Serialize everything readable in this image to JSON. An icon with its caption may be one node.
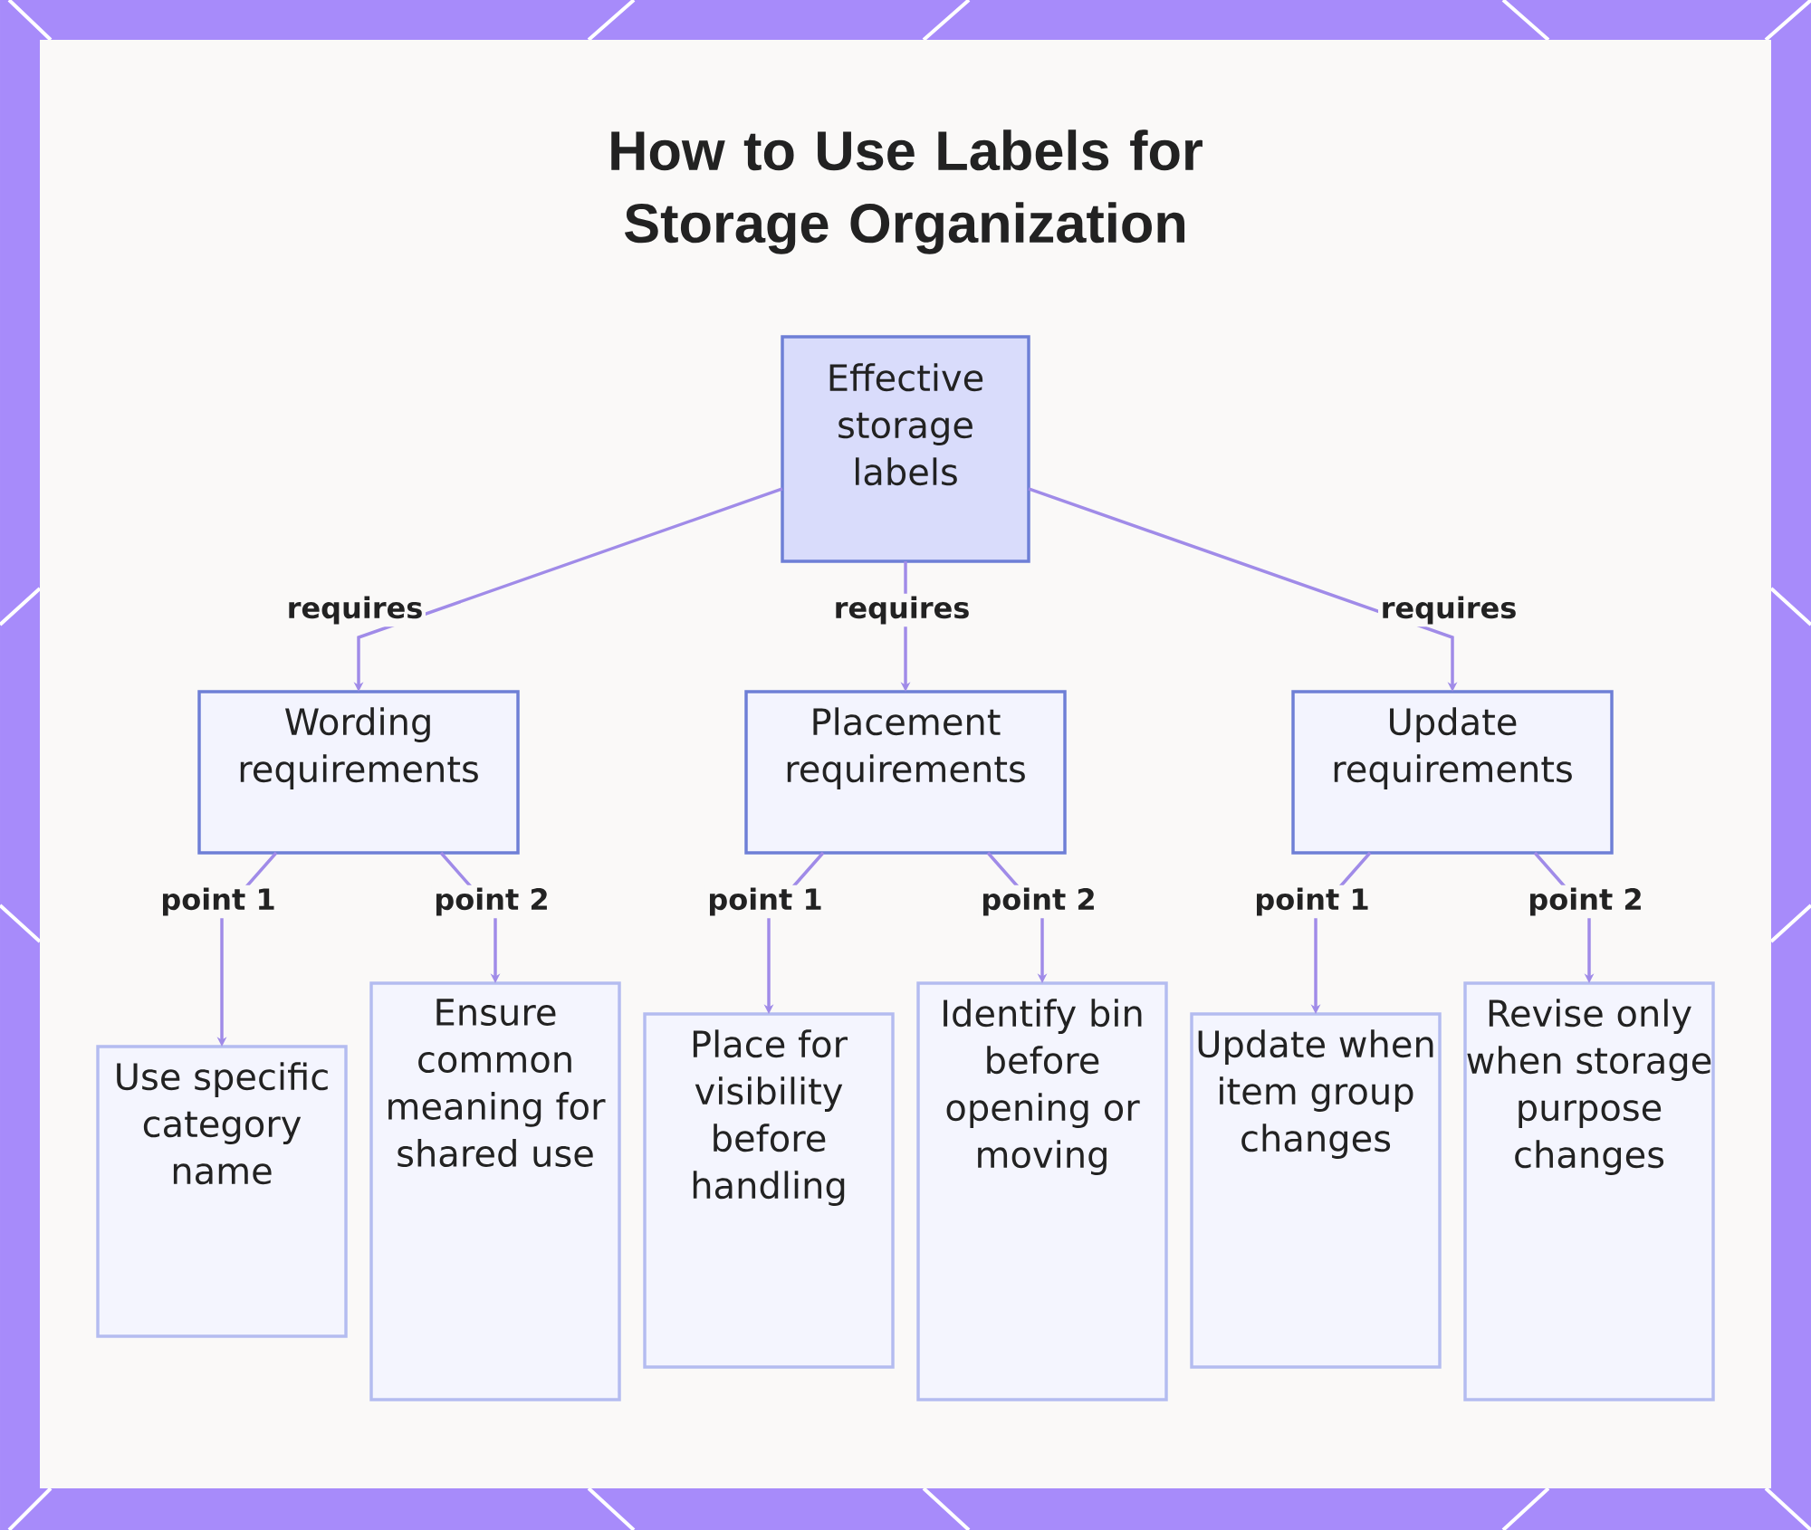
{
  "diagram": {
    "title": "How to Use Labels for Storage Organization",
    "nodes": [
      {
        "text": [
          "Effective storage labels"
        ]
      },
      {
        "text": [
          "Wording requirements"
        ]
      },
      {
        "text": [
          "Placement requirements"
        ]
      },
      {
        "text": [
          "Update requirements"
        ]
      },
      {
        "text": [
          "Use specific category name"
        ]
      },
      {
        "text": [
          "Ensure common meaning for shared use"
        ]
      },
      {
        "text": [
          "Place for visibility before handling"
        ]
      },
      {
        "text": [
          "Identify bin before opening or moving"
        ]
      },
      {
        "text": [
          "Update when item group changes"
        ]
      },
      {
        "text": [
          "Revise only when storage purpose changes"
        ]
      }
    ],
    "edges": [
      {
        "from": 0,
        "to": 1,
        "arrow": "to",
        "label": "requires"
      },
      {
        "from": 0,
        "to": 2,
        "arrow": "to",
        "label": "requires"
      },
      {
        "from": 0,
        "to": 3,
        "arrow": "to",
        "label": "requires"
      },
      {
        "from": 1,
        "to": 4,
        "arrow": "to",
        "label": "point 1"
      },
      {
        "from": 1,
        "to": 5,
        "arrow": "to",
        "label": "point 2"
      },
      {
        "from": 2,
        "to": 6,
        "arrow": "to",
        "label": "point 1"
      },
      {
        "from": 2,
        "to": 7,
        "arrow": "to",
        "label": "point 2"
      },
      {
        "from": 3,
        "to": 8,
        "arrow": "to",
        "label": "point 1"
      },
      {
        "from": 3,
        "to": 9,
        "arrow": "to",
        "label": "point 2"
      }
    ]
  }
}
